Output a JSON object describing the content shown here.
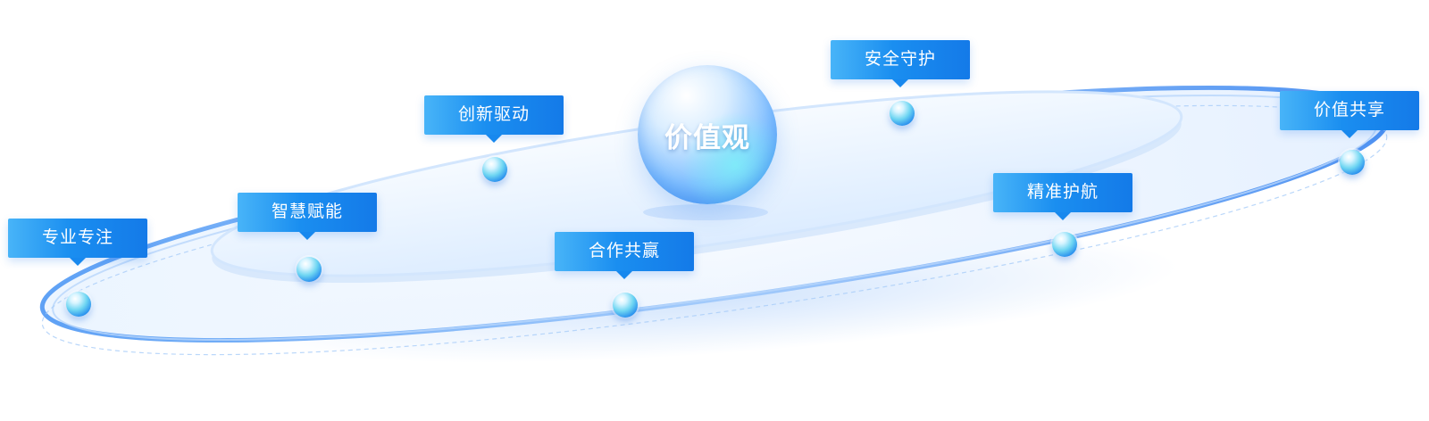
{
  "diagram": {
    "center_title": "价值观",
    "values": [
      {
        "label": "专业专注"
      },
      {
        "label": "智慧赋能"
      },
      {
        "label": "创新驱动"
      },
      {
        "label": "合作共赢"
      },
      {
        "label": "安全守护"
      },
      {
        "label": "精准护航"
      },
      {
        "label": "价值共享"
      }
    ]
  },
  "colors": {
    "label_background": "#1a8ef0",
    "label_text": "#ffffff",
    "ring": "#3f8ef2",
    "platform": "#e4f1ff"
  },
  "icons": {
    "value_marker": "sphere-dot-icon",
    "center_sphere": "sphere-icon"
  }
}
